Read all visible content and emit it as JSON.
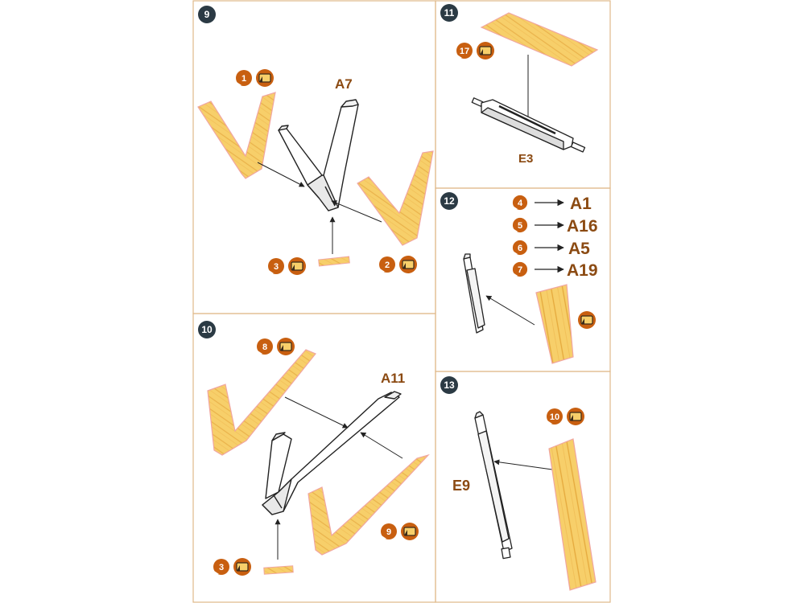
{
  "colors": {
    "frame": "#e0b98a",
    "step_circle": "#2b3a44",
    "wood_fill": "#f7cf6a",
    "wood_grain": "#e5a93c",
    "wood_outline": "#f0a6a0",
    "badge": "#c85f10",
    "part_label": "#8b4a12",
    "line": "#222222"
  },
  "icons": {
    "glue": "glue-icon",
    "part": "plastic-part-icon",
    "veneer": "wood-veneer-icon",
    "arrow": "arrow-icon"
  },
  "steps": [
    {
      "number": "9",
      "labels": [
        "A7"
      ],
      "badges": [
        "1",
        "2",
        "3"
      ]
    },
    {
      "number": "10",
      "labels": [
        "A11"
      ],
      "badges": [
        "8",
        "9",
        "3"
      ]
    },
    {
      "number": "11",
      "labels": [
        "E3"
      ],
      "badges": [
        "17"
      ]
    },
    {
      "number": "12",
      "labels": [],
      "badges": [
        "4",
        "5",
        "6",
        "7"
      ],
      "mapping": [
        {
          "decal": "4",
          "part": "A1"
        },
        {
          "decal": "5",
          "part": "A16"
        },
        {
          "decal": "6",
          "part": "A5"
        },
        {
          "decal": "7",
          "part": "A19"
        }
      ]
    },
    {
      "number": "13",
      "labels": [
        "E9"
      ],
      "badges": [
        "10"
      ]
    }
  ]
}
